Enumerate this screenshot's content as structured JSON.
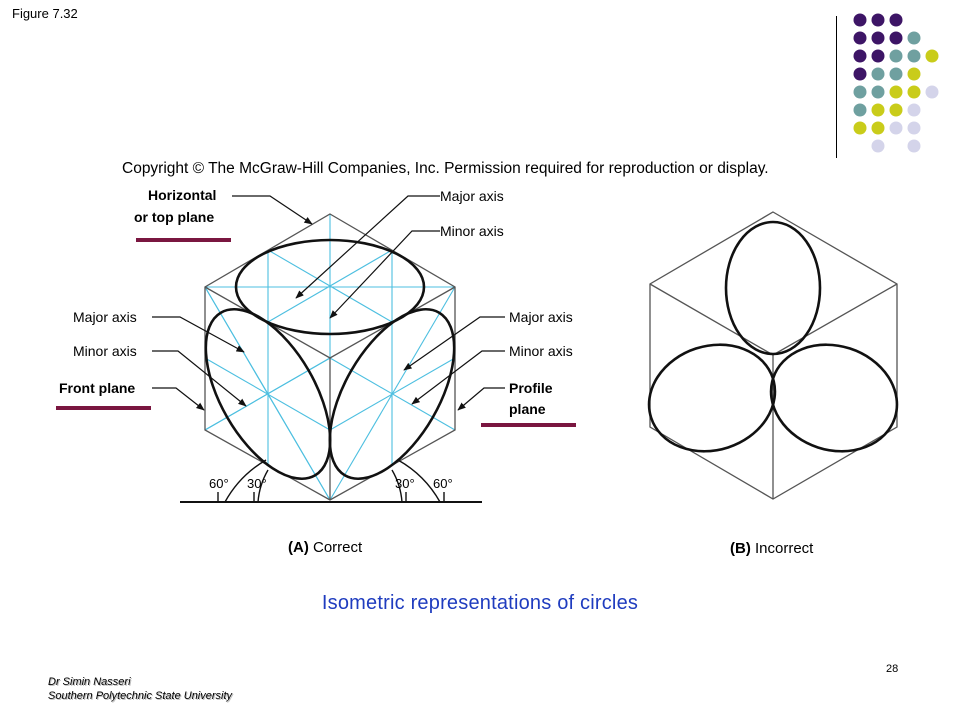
{
  "figure_label": "Figure 7.32",
  "copyright": "Copyright © The McGraw-Hill Companies, Inc. Permission required for reproduction or display.",
  "left_labels": {
    "horizontal_plane_1": "Horizontal",
    "horizontal_plane_2": "or top plane",
    "major_axis": "Major axis",
    "minor_axis": "Minor axis",
    "front_plane": "Front plane"
  },
  "top_labels": {
    "major_axis": "Major axis",
    "minor_axis": "Minor axis"
  },
  "right_labels": {
    "major_axis": "Major axis",
    "minor_axis": "Minor axis",
    "profile_plane_1": "Profile",
    "profile_plane_2": "plane"
  },
  "angles": {
    "left_60": "60°",
    "left_30": "30°",
    "right_30": "30°",
    "right_60": "60°"
  },
  "captions": {
    "a_letter": "(A)",
    "a_text": "Correct",
    "b_letter": "(B)",
    "b_text": "Incorrect"
  },
  "main_caption": "Isometric representations of circles",
  "footer": {
    "author": "Dr Simin Nasseri",
    "institution": "Southern Polytechnic State University"
  },
  "page_number": "28",
  "colors": {
    "purple": "#3d1566",
    "teal": "#6fa0a0",
    "yellow": "#c9cc1a",
    "lavender": "#d4d4ea",
    "construction_blue": "#4dbfe0",
    "accent_maroon": "#7a1640",
    "caption_blue": "#1f3cbf"
  },
  "dot_grid": [
    [
      "purple",
      "purple",
      "purple",
      "",
      "",
      ""
    ],
    [
      "purple",
      "purple",
      "purple",
      "teal",
      "",
      ""
    ],
    [
      "purple",
      "purple",
      "teal",
      "teal",
      "yellow",
      ""
    ],
    [
      "purple",
      "teal",
      "teal",
      "yellow",
      "",
      ""
    ],
    [
      "teal",
      "teal",
      "yellow",
      "yellow",
      "lavender",
      ""
    ],
    [
      "teal",
      "yellow",
      "yellow",
      "lavender",
      "",
      ""
    ],
    [
      "yellow",
      "yellow",
      "lavender",
      "lavender",
      "",
      ""
    ],
    [
      "",
      "lavender",
      "",
      "lavender",
      "",
      ""
    ]
  ]
}
